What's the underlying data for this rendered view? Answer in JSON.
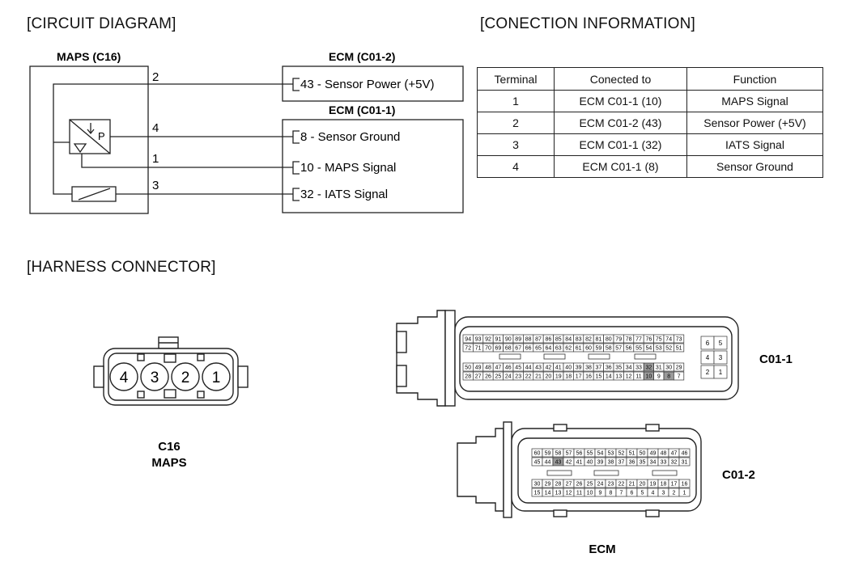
{
  "sections": {
    "circuit": "[CIRCUIT DIAGRAM]",
    "connection": "[CONECTION INFORMATION]",
    "harness": "[HARNESS CONNECTOR]"
  },
  "circuit": {
    "sensor_label": "MAPS (C16)",
    "ecm_c012_label": "ECM (C01-2)",
    "ecm_c011_label": "ECM (C01-1)",
    "sensor_symbol": "P",
    "pins": [
      "2",
      "4",
      "1",
      "3"
    ],
    "signals": {
      "sensor_power": "43 - Sensor Power (+5V)",
      "sensor_ground": "8 - Sensor Ground",
      "maps_signal": "10 - MAPS Signal",
      "iats_signal": "32 - IATS Signal"
    }
  },
  "table": {
    "headers": [
      "Terminal",
      "Conected to",
      "Function"
    ],
    "rows": [
      [
        "1",
        "ECM C01-1 (10)",
        "MAPS Signal"
      ],
      [
        "2",
        "ECM C01-2 (43)",
        "Sensor Power (+5V)"
      ],
      [
        "3",
        "ECM C01-1 (32)",
        "IATS Signal"
      ],
      [
        "4",
        "ECM C01-1 (8)",
        "Sensor Ground"
      ]
    ]
  },
  "harness": {
    "c16_pins": [
      "4",
      "3",
      "2",
      "1"
    ],
    "c16_caption_line1": "C16",
    "c16_caption_line2": "MAPS",
    "c011_label": "C01-1",
    "c012_label": "C01-2",
    "ecm_caption": "ECM",
    "c011_small_pins": [
      "6",
      "5",
      "4",
      "3",
      "2",
      "1"
    ],
    "c011_row1": [
      "94",
      "93",
      "92",
      "91",
      "90",
      "89",
      "88",
      "87",
      "86",
      "85",
      "84",
      "83",
      "82",
      "81",
      "80",
      "79",
      "78",
      "77",
      "76",
      "75",
      "74",
      "73"
    ],
    "c011_row2": [
      "72",
      "71",
      "70",
      "69",
      "68",
      "67",
      "66",
      "65",
      "64",
      "63",
      "62",
      "61",
      "60",
      "59",
      "58",
      "57",
      "56",
      "55",
      "54",
      "53",
      "52",
      "51"
    ],
    "c011_row3": [
      "50",
      "49",
      "48",
      "47",
      "46",
      "45",
      "44",
      "43",
      "42",
      "41",
      "40",
      "39",
      "38",
      "37",
      "36",
      "35",
      "34",
      "33",
      "32",
      "31",
      "30",
      "29"
    ],
    "c011_row4": [
      "28",
      "27",
      "26",
      "25",
      "24",
      "23",
      "22",
      "21",
      "20",
      "19",
      "18",
      "17",
      "16",
      "15",
      "14",
      "13",
      "12",
      "11",
      "10",
      "9",
      "8",
      "7"
    ],
    "c012_row1": [
      "60",
      "59",
      "58",
      "57",
      "56",
      "55",
      "54",
      "53",
      "52",
      "51",
      "50",
      "49",
      "48",
      "47",
      "46"
    ],
    "c012_row2": [
      "45",
      "44",
      "43",
      "42",
      "41",
      "40",
      "39",
      "38",
      "37",
      "36",
      "35",
      "34",
      "33",
      "32",
      "31"
    ],
    "c012_row3": [
      "30",
      "29",
      "28",
      "27",
      "26",
      "25",
      "24",
      "23",
      "22",
      "21",
      "20",
      "19",
      "18",
      "17",
      "16"
    ],
    "c012_row4": [
      "15",
      "14",
      "13",
      "12",
      "11",
      "10",
      "9",
      "8",
      "7",
      "6",
      "5",
      "4",
      "3",
      "2",
      "1"
    ],
    "c011_highlight": [
      "32",
      "10",
      "8"
    ],
    "c012_highlight": [
      "43"
    ]
  }
}
